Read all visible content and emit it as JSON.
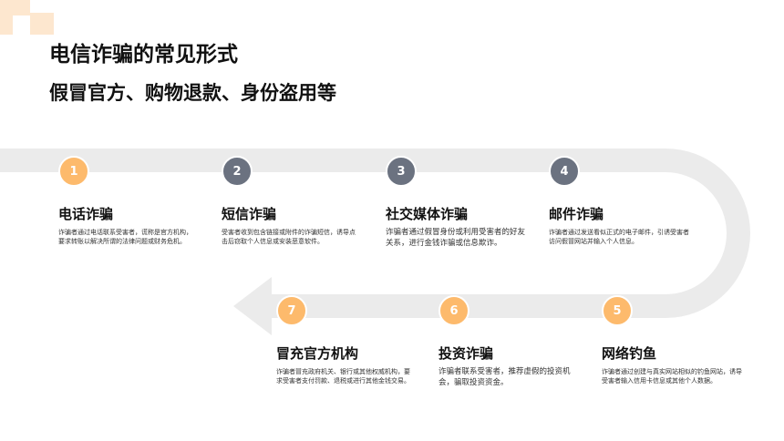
{
  "colors": {
    "accent_orange": "#fdba6c",
    "accent_gray": "#6b7280",
    "track": "#ebebeb",
    "deco": "#fde7cf"
  },
  "header": {
    "title": "电信诈骗的常见形式",
    "subtitle": "假冒官方、购物退款、身份盗用等"
  },
  "steps": [
    {
      "number": "1",
      "title": "电话诈骗",
      "desc": "诈骗者通过电话联系受害者，谎称是官方机构，要求转账以解决所谓的法律问题或财务危机。",
      "color": "#fdba6c"
    },
    {
      "number": "2",
      "title": "短信诈骗",
      "desc": "受害者收到包含链接或附件的诈骗短信，诱导点击后窃取个人信息或安装恶意软件。",
      "color": "#6b7280"
    },
    {
      "number": "3",
      "title": "社交媒体诈骗",
      "desc": "诈骗者通过假冒身份或利用受害者的好友关系，进行金钱诈骗或信息欺诈。",
      "color": "#6b7280"
    },
    {
      "number": "4",
      "title": "邮件诈骗",
      "desc": "诈骗者通过发送看似正式的电子邮件，引诱受害者访问假冒网站并输入个人信息。",
      "color": "#6b7280"
    },
    {
      "number": "5",
      "title": "网络钓鱼",
      "desc": "诈骗者通过创建与真实网站相似的钓鱼网站，诱导受害者输入信用卡信息或其他个人数据。",
      "color": "#fdba6c"
    },
    {
      "number": "6",
      "title": "投资诈骗",
      "desc": "诈骗者联系受害者，推荐虚假的投资机会，骗取投资资金。",
      "color": "#fdba6c"
    },
    {
      "number": "7",
      "title": "冒充官方机构",
      "desc": "诈骗者冒充政府机关、银行或其他权威机构，要求受害者支付罚款、退税或进行其他金钱交易。",
      "color": "#fdba6c"
    }
  ]
}
